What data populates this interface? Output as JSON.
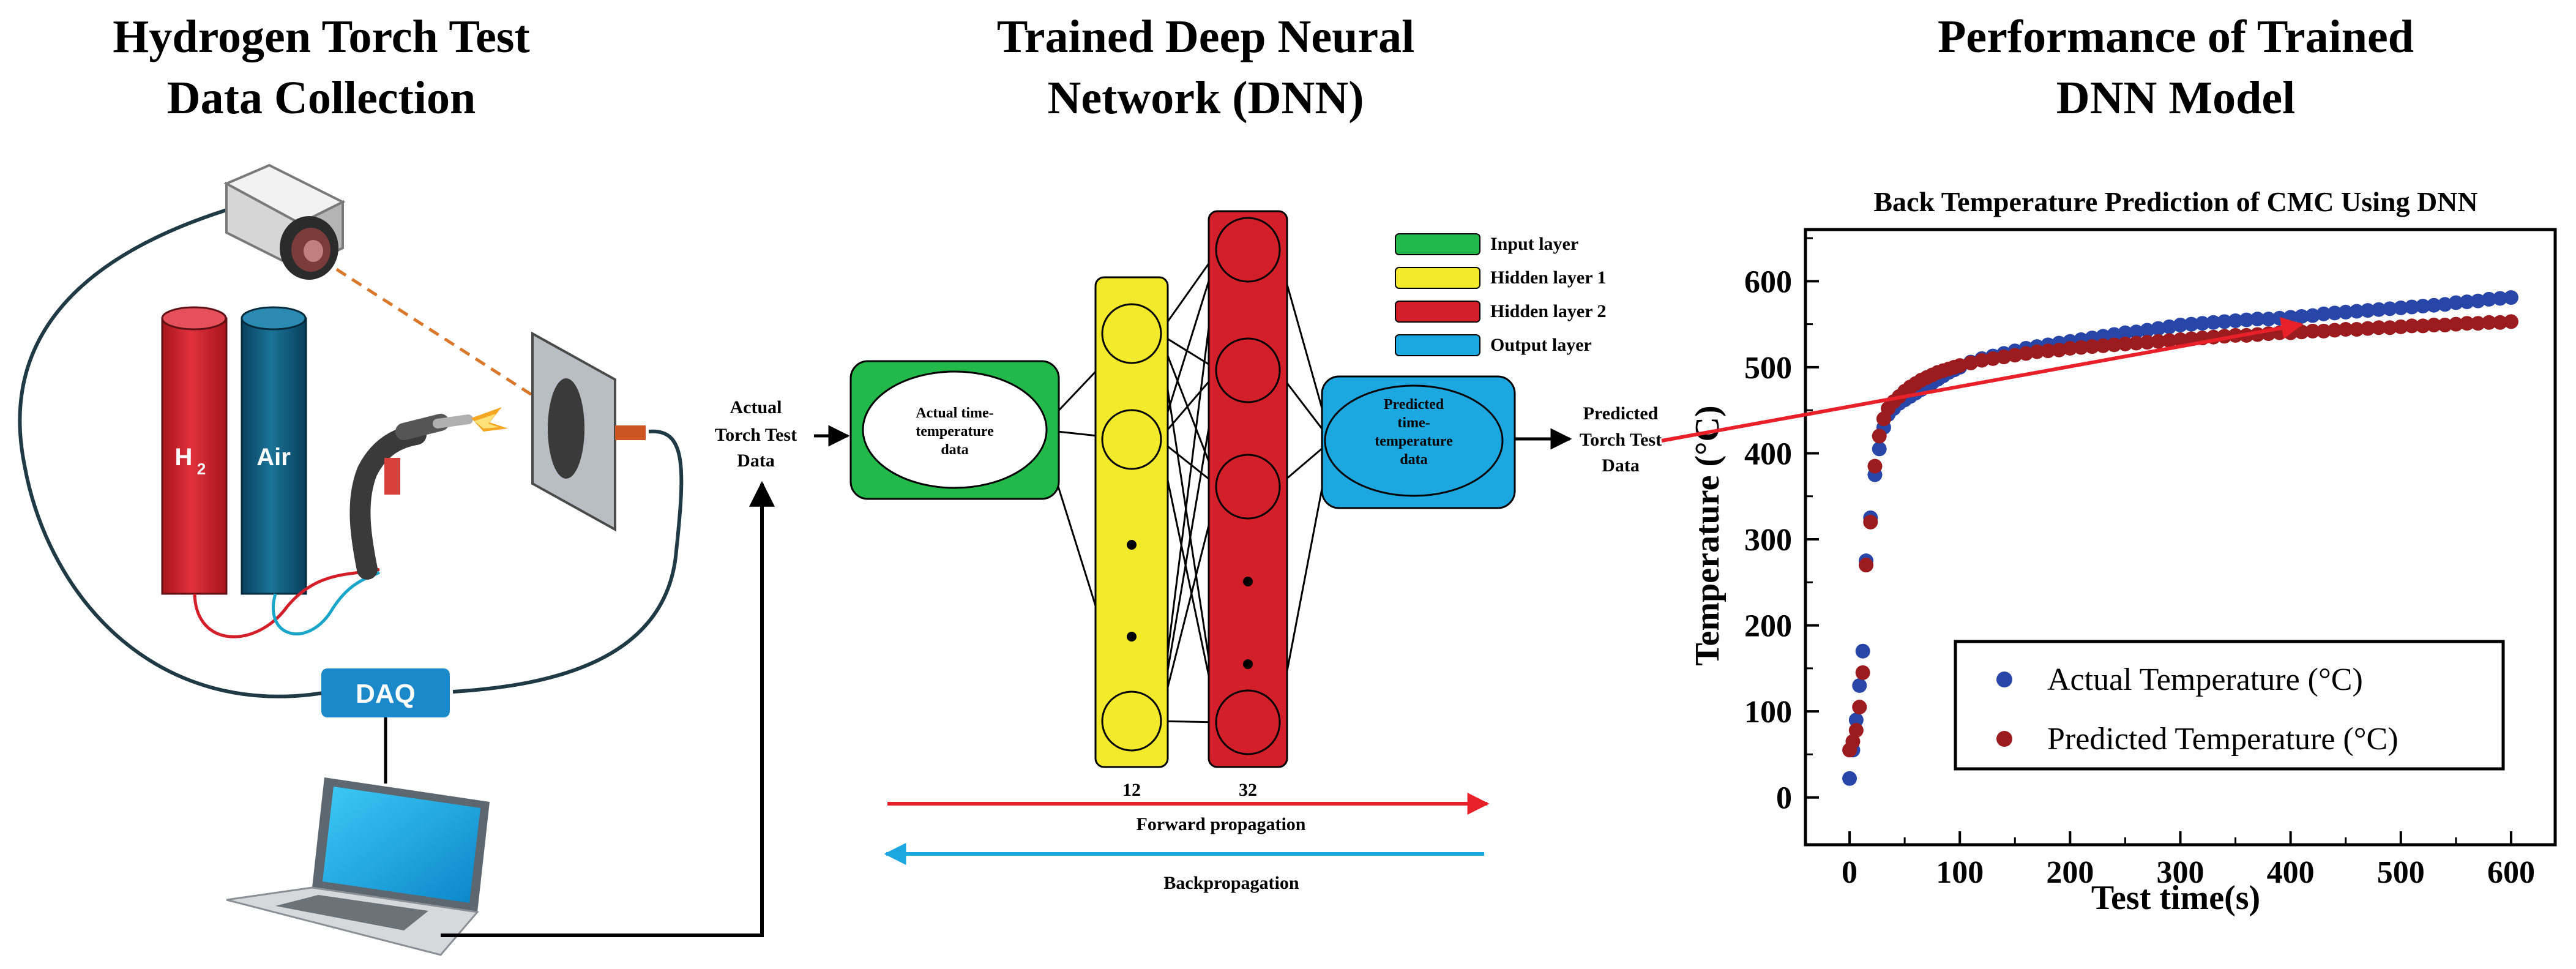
{
  "panels": {
    "left": {
      "title_line1": "Hydrogen Torch Test",
      "title_line2": "Data Collection"
    },
    "middle": {
      "title_line1": "Trained Deep Neural",
      "title_line2": "Network (DNN)"
    },
    "right": {
      "title_line1": "Performance of Trained",
      "title_line2": "DNN Model"
    }
  },
  "setup": {
    "cylinder_h2_label": "H",
    "cylinder_h2_subscript": "2",
    "cylinder_air_label": "Air",
    "daq_label": "DAQ",
    "actual_data_line1": "Actual",
    "actual_data_line2": "Torch Test",
    "actual_data_line3": "Data",
    "predicted_data_line1": "Predicted",
    "predicted_data_line2": "Torch Test",
    "predicted_data_line3": "Data",
    "colors": {
      "h2": "#d21f2a",
      "air": "#0d5b7e",
      "daq": "#1a88c9",
      "plate": "#9aa0a6"
    }
  },
  "network": {
    "input_text_line1": "Actual time-",
    "input_text_line2": "temperature",
    "input_text_line3": "data",
    "output_text_line1": "Predicted",
    "output_text_line2": "time-",
    "output_text_line3": "temperature",
    "output_text_line4": "data",
    "hidden1_count": "12",
    "hidden2_count": "32",
    "forward_label": "Forward propagation",
    "back_label": "Backpropagation",
    "legend": [
      {
        "label": "Input layer",
        "color": "#22b84a"
      },
      {
        "label": "Hidden layer 1",
        "color": "#f2ea2a"
      },
      {
        "label": "Hidden layer 2",
        "color": "#d21f2a"
      },
      {
        "label": "Output layer",
        "color": "#1ca7e0"
      }
    ]
  },
  "chart_data": {
    "type": "scatter",
    "title": "Back Temperature Prediction of CMC Using DNN",
    "xlabel": "Test time(s)",
    "ylabel": "Temperature (°C)",
    "xlim": [
      -40,
      640
    ],
    "ylim": [
      -55,
      660
    ],
    "xticks": [
      "0",
      "100",
      "200",
      "300",
      "400",
      "500",
      "600"
    ],
    "yticks": [
      "0",
      "100",
      "200",
      "300",
      "400",
      "500",
      "600"
    ],
    "legend_position": "lower-right",
    "series": [
      {
        "name": "Actual Temperature (°C)",
        "color": "#2846a8",
        "x": [
          0,
          3,
          6,
          9,
          12,
          15,
          19,
          23,
          27,
          31,
          35,
          40,
          45,
          50,
          55,
          60,
          65,
          70,
          75,
          80,
          85,
          90,
          95,
          100,
          110,
          120,
          130,
          140,
          150,
          160,
          170,
          180,
          190,
          200,
          210,
          220,
          230,
          240,
          250,
          260,
          270,
          280,
          290,
          300,
          310,
          320,
          330,
          340,
          350,
          360,
          370,
          380,
          390,
          400,
          410,
          420,
          430,
          440,
          450,
          460,
          470,
          480,
          490,
          500,
          510,
          520,
          530,
          540,
          550,
          560,
          570,
          580,
          590,
          600
        ],
        "y": [
          22,
          55,
          90,
          130,
          170,
          275,
          325,
          375,
          405,
          430,
          445,
          452,
          458,
          462,
          466,
          470,
          474,
          478,
          482,
          486,
          490,
          494,
          497,
          500,
          506,
          510,
          513,
          516,
          519,
          522,
          524,
          526,
          528,
          530,
          532,
          534,
          536,
          538,
          540,
          541,
          543,
          545,
          547,
          549,
          550,
          551,
          552,
          553,
          554,
          555,
          556,
          556,
          557,
          558,
          559,
          560,
          562,
          563,
          564,
          565,
          566,
          567,
          568,
          569,
          570,
          571,
          572,
          573,
          575,
          576,
          577,
          579,
          580,
          581
        ]
      },
      {
        "name": "Predicted Temperature (°C)",
        "color": "#9b1b1f",
        "x": [
          0,
          3,
          6,
          9,
          12,
          15,
          19,
          23,
          27,
          31,
          35,
          40,
          45,
          50,
          55,
          60,
          65,
          70,
          75,
          80,
          85,
          90,
          95,
          100,
          110,
          120,
          130,
          140,
          150,
          160,
          170,
          180,
          190,
          200,
          210,
          220,
          230,
          240,
          250,
          260,
          270,
          280,
          290,
          300,
          310,
          320,
          330,
          340,
          350,
          360,
          370,
          380,
          390,
          400,
          410,
          420,
          430,
          440,
          450,
          460,
          470,
          480,
          490,
          500,
          510,
          520,
          530,
          540,
          550,
          560,
          570,
          580,
          590,
          600
        ],
        "y": [
          55,
          65,
          78,
          105,
          145,
          270,
          320,
          385,
          420,
          440,
          452,
          460,
          466,
          472,
          477,
          481,
          485,
          488,
          491,
          494,
          496,
          498,
          500,
          502,
          505,
          508,
          510,
          512,
          514,
          516,
          518,
          519,
          520,
          522,
          523,
          524,
          525,
          526,
          527,
          528,
          529,
          530,
          531,
          532,
          533,
          534,
          535,
          536,
          537,
          537,
          538,
          539,
          540,
          540,
          541,
          542,
          542,
          543,
          544,
          544,
          545,
          546,
          546,
          547,
          548,
          548,
          549,
          549,
          550,
          551,
          551,
          552,
          552,
          553
        ]
      }
    ]
  }
}
